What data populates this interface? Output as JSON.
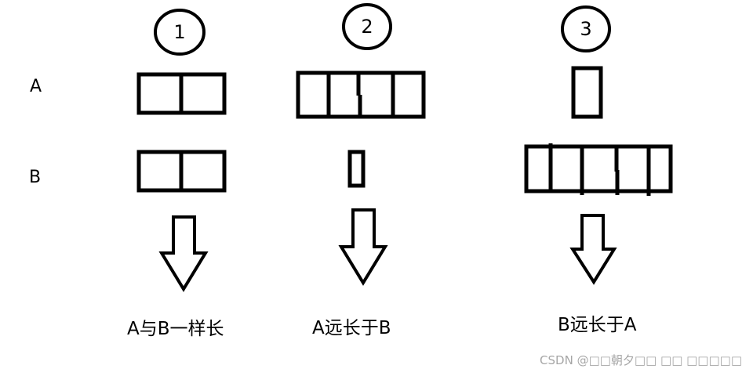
{
  "diagram": {
    "row_labels": {
      "a": "A",
      "b": "B"
    },
    "cases": [
      {
        "number": "1",
        "caption": "A与B一样长",
        "a_segments": 2,
        "b_segments": 2
      },
      {
        "number": "2",
        "caption": "A远长于B",
        "a_segments": 4,
        "b_segments": 1
      },
      {
        "number": "3",
        "caption": "B远长于A",
        "a_segments": 1,
        "b_segments": 5
      }
    ],
    "stroke_color": "#000000",
    "background": "#ffffff"
  },
  "watermark": "CSDN @□□朝夕□□ □□ □□□□□"
}
